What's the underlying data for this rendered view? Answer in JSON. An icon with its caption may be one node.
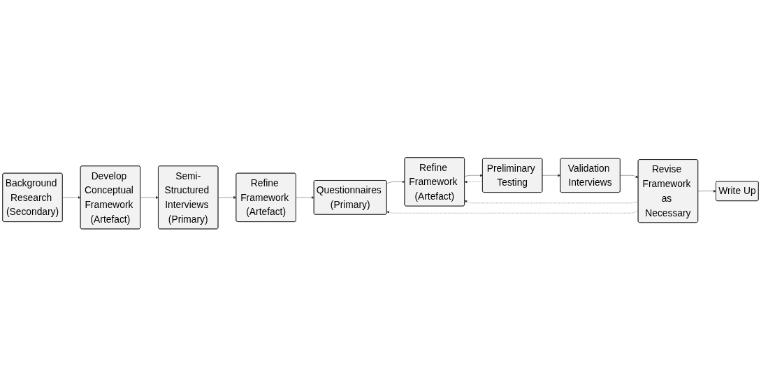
{
  "diagram": {
    "nodes": [
      {
        "text": [
          "Background Research (Secondary)"
        ]
      },
      {
        "text": [
          "Develop Conceptual Framework (Artefact)"
        ]
      },
      {
        "text": [
          "Semi-Structured Interviews (Primary)"
        ]
      },
      {
        "text": [
          "Refine Framework (Artefact)"
        ]
      },
      {
        "text": [
          "Preliminary Testing"
        ]
      },
      {
        "text": [
          "Refine Framework (Artefact)"
        ]
      },
      {
        "text": [
          "Questionnaires (Primary)"
        ]
      },
      {
        "text": [
          "Validation Interviews"
        ]
      },
      {
        "text": [
          "Revise Framework as Necessary"
        ]
      },
      {
        "text": [
          "Write Up"
        ]
      }
    ],
    "edges": [
      {
        "from": 0,
        "to": 1,
        "arrow": "to"
      },
      {
        "from": 1,
        "to": 2,
        "arrow": "to"
      },
      {
        "from": 2,
        "to": 3,
        "arrow": "to"
      },
      {
        "from": 3,
        "to": 6,
        "arrow": "to"
      },
      {
        "from": 6,
        "to": 5,
        "arrow": "to"
      },
      {
        "from": 5,
        "to": 4,
        "arrow": "to"
      },
      {
        "from": 4,
        "to": 5,
        "arrow": "to",
        "style": "dashed"
      },
      {
        "from": 4,
        "to": 7,
        "arrow": "to"
      },
      {
        "from": 7,
        "to": 8,
        "arrow": "to"
      },
      {
        "from": 8,
        "to": 9,
        "arrow": "to"
      },
      {
        "from": 8,
        "to": 5,
        "arrow": "to",
        "style": "dashed"
      },
      {
        "from": 8,
        "to": 6,
        "arrow": "to",
        "style": "dashed"
      }
    ]
  }
}
